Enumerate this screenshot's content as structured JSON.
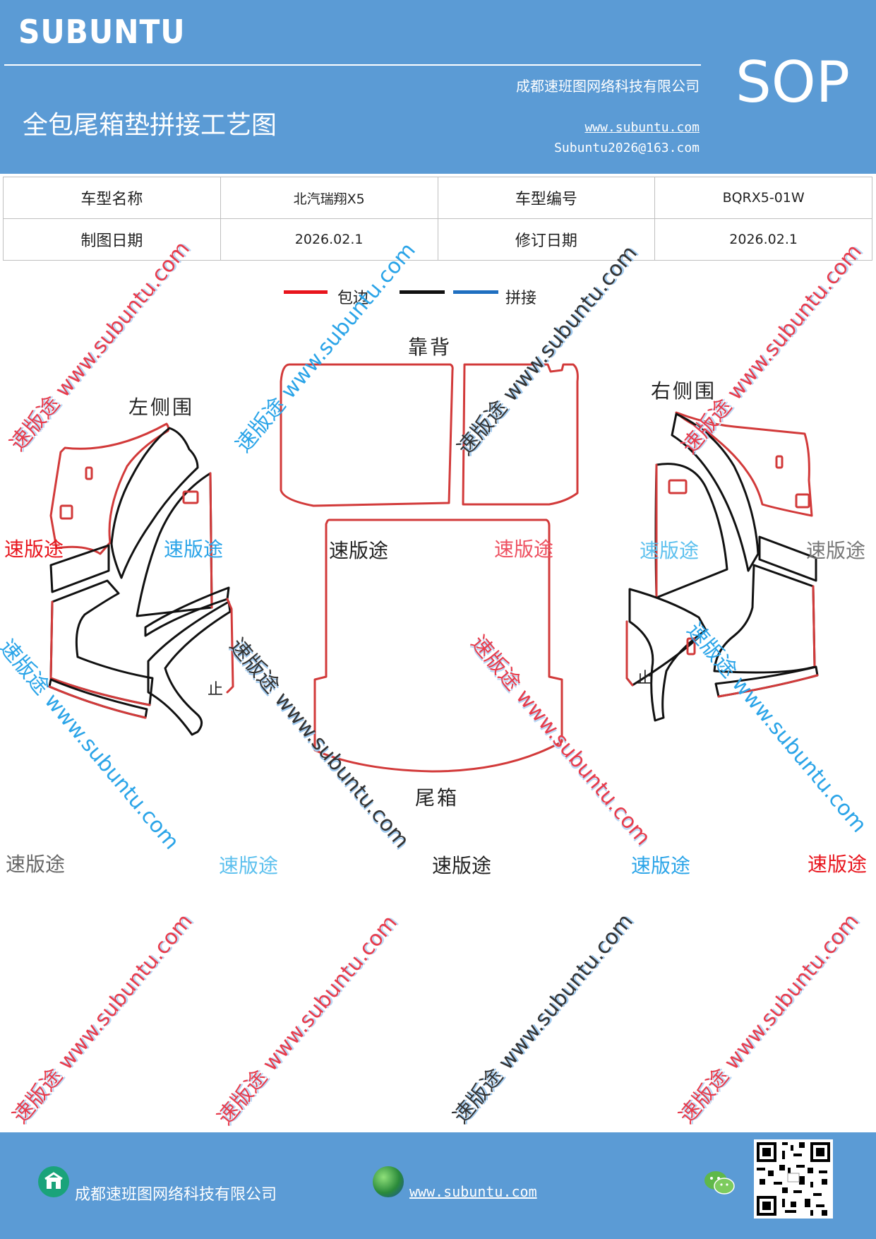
{
  "header": {
    "brand": "SUBUNTU",
    "badge": "SOP",
    "company": "成都速班图网络科技有限公司",
    "website": "www.subuntu.com",
    "email": "Subuntu2026@163.com",
    "title": "全包尾箱垫拼接工艺图"
  },
  "info_table": {
    "model_name_label": "车型名称",
    "model_name_value": "北汽瑞翔X5",
    "model_code_label": "车型编号",
    "model_code_value": "BQRX5-01W",
    "draw_date_label": "制图日期",
    "draw_date_value": "2026.02.1",
    "revise_date_label": "修订日期",
    "revise_date_value": "2026.02.1"
  },
  "legend": {
    "edge_label": "包边",
    "join_label": "拼接",
    "edge_color": "#e8141c",
    "black_color": "#111111",
    "join_color": "#1f6fc0"
  },
  "parts": {
    "backrest": "靠背",
    "left_side": "左侧围",
    "right_side": "右侧围",
    "trunk": "尾箱",
    "mark_left": "止",
    "mark_right": "止"
  },
  "watermarks": {
    "brand_cn": "速版途",
    "diag_text": "速版途 www.subuntu.com",
    "diag_text_rev": "速版途 www.subuntu.com"
  },
  "footer": {
    "company": "成都速班图网络科技有限公司",
    "website": "www.subuntu.com"
  },
  "colors": {
    "header_bg": "#5b9bd5",
    "outline_red": "#d23a3a",
    "outline_black": "#111111"
  }
}
